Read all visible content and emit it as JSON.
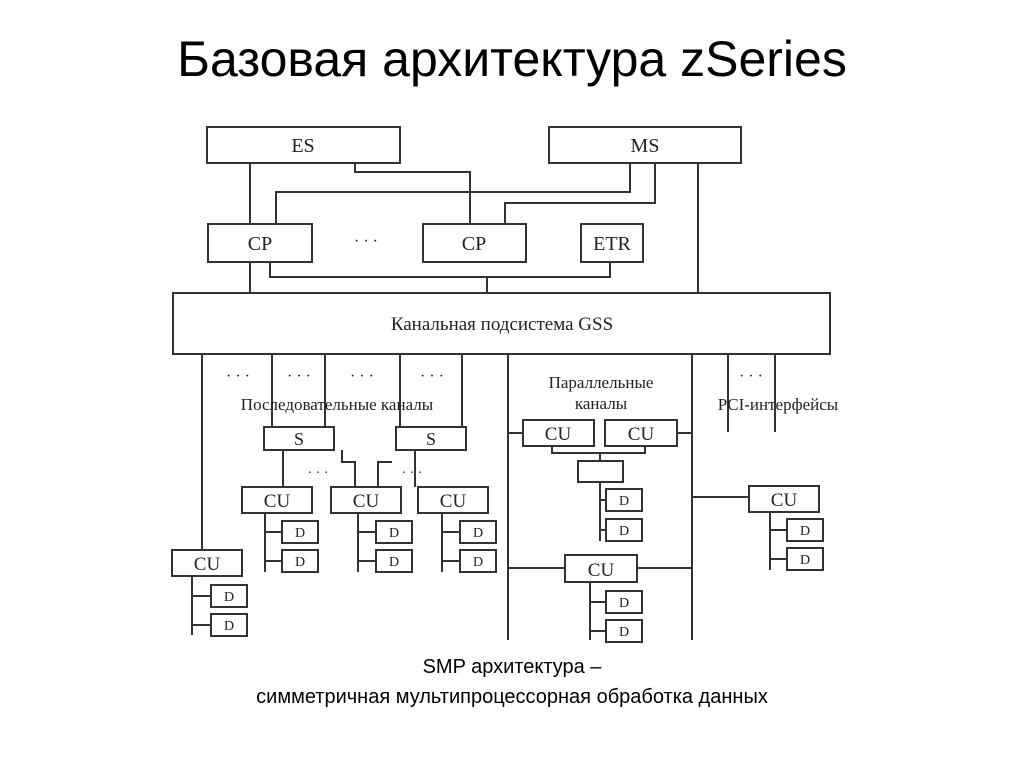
{
  "slide": {
    "title": "Базовая архитектура zSeries",
    "caption_line1": "SMP архитектура –",
    "caption_line2": "симметричная мультипроцессорная обработка данных"
  },
  "diagram": {
    "es": "ES",
    "ms": "MS",
    "cp": "CP",
    "etr": "ETR",
    "ellipsis": "· · ·",
    "gss": "Канальная подсистема GSS",
    "serial_channels": "Последовательные каналы",
    "parallel_channels_line1": "Параллельные",
    "parallel_channels_line2": "каналы",
    "pci_interfaces": "PCI-интерфейсы",
    "switch": "S",
    "control_unit": "CU",
    "device": "D"
  }
}
